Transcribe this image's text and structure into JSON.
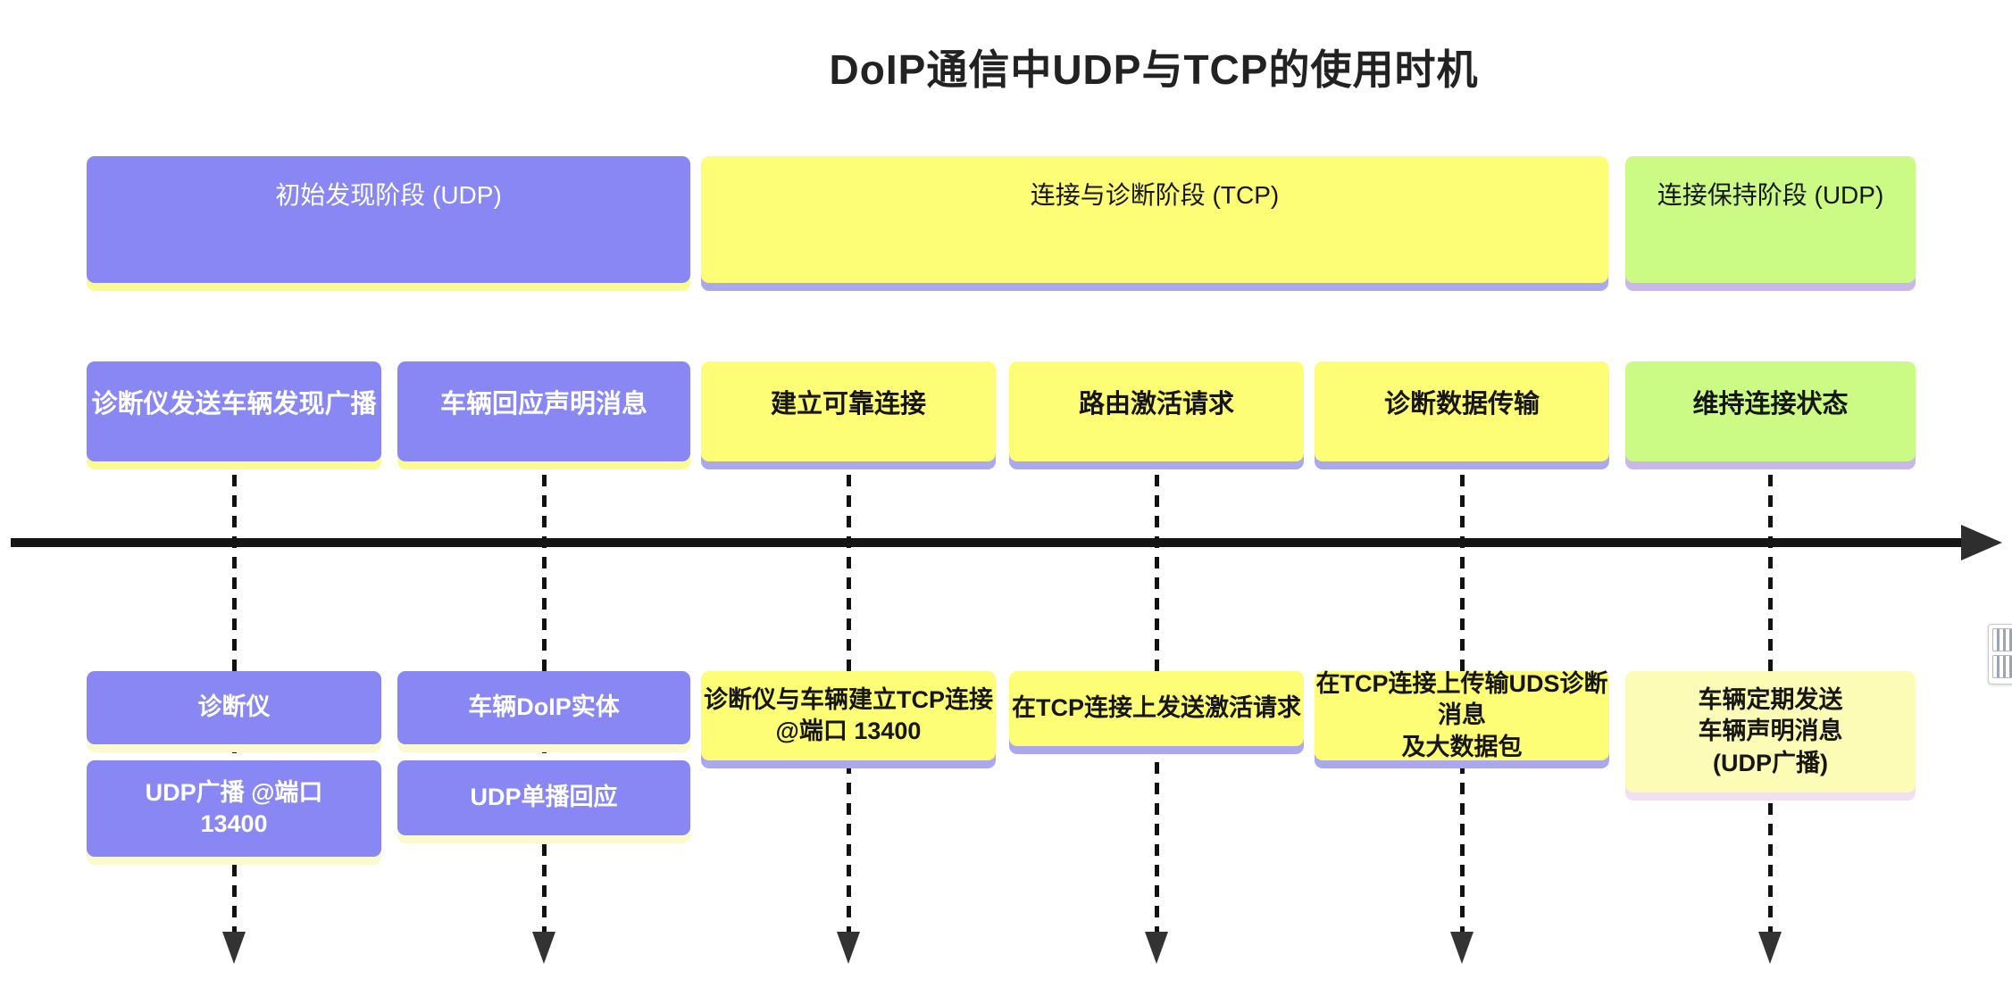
{
  "title": "DoIP通信中UDP与TCP的使用时机",
  "phases": [
    {
      "label": "初始发现阶段 (UDP)",
      "protocol": "UDP",
      "color": "#8987F3",
      "text_color": "#FFFFFF"
    },
    {
      "label": "连接与诊断阶段 (TCP)",
      "protocol": "TCP",
      "color": "#FDFD76",
      "text_color": "#161616"
    },
    {
      "label": "连接保持阶段 (UDP)",
      "protocol": "UDP",
      "color": "#CBFB85",
      "text_color": "#161616"
    }
  ],
  "columns": [
    {
      "step": "诊断仪发送车辆发现广播",
      "notes": [
        "诊断仪",
        "UDP广播 @端口\n13400"
      ]
    },
    {
      "step": "车辆回应声明消息",
      "notes": [
        "车辆DoIP实体",
        "UDP单播回应"
      ]
    },
    {
      "step": "建立可靠连接",
      "notes": [
        "诊断仪与车辆建立TCP连接\n@端口 13400"
      ]
    },
    {
      "step": "路由激活请求",
      "notes": [
        "在TCP连接上发送激活请求"
      ]
    },
    {
      "step": "诊断数据传输",
      "notes": [
        "在TCP连接上传输UDS诊断消息\n及大数据包"
      ]
    },
    {
      "step": "维持连接状态",
      "notes": [
        "车辆定期发送\n车辆声明消息\n(UDP广播)"
      ]
    }
  ],
  "palette": {
    "purple": "#8987F3",
    "yellow": "#FDFD76",
    "green": "#CBFB85",
    "light_yellow": "#FCFCB6",
    "shadow_yellow": "#FBFB90",
    "shadow_cream": "#FAFACE",
    "shadow_lavender": "#ABA9EE",
    "shadow_lilac": "#C9B6EA",
    "shadow_pink": "#F3DFF2",
    "timeline_black": "#151515"
  }
}
